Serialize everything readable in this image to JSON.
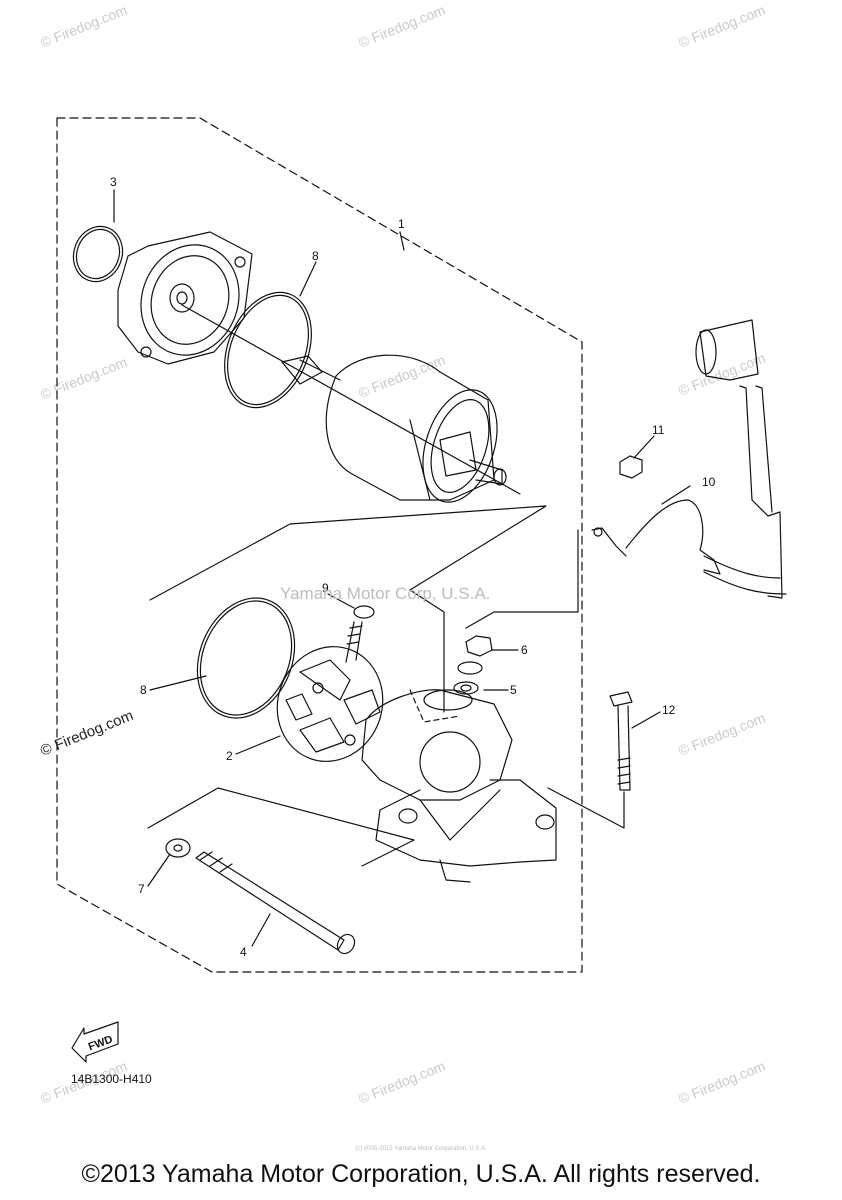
{
  "diagram": {
    "callouts": [
      "1",
      "2",
      "3",
      "4",
      "5",
      "6",
      "7",
      "8",
      "9",
      "10",
      "11",
      "12"
    ],
    "fwd_label": "FWD",
    "part_code": "14B1300-H410"
  },
  "watermarks": {
    "main": "Yamaha Motor Corp, U.S.A.",
    "corner": "© Firedog.com",
    "left": "© Firedog.com"
  },
  "footer": {
    "copyright": "©2013 Yamaha Motor Corporation, U.S.A. All rights reserved.",
    "small_print": "(c) 2005-2015 Yamaha Motor Corporation, U.S.A."
  },
  "colors": {
    "line": "#111111",
    "watermark": "#c9c9c9"
  }
}
